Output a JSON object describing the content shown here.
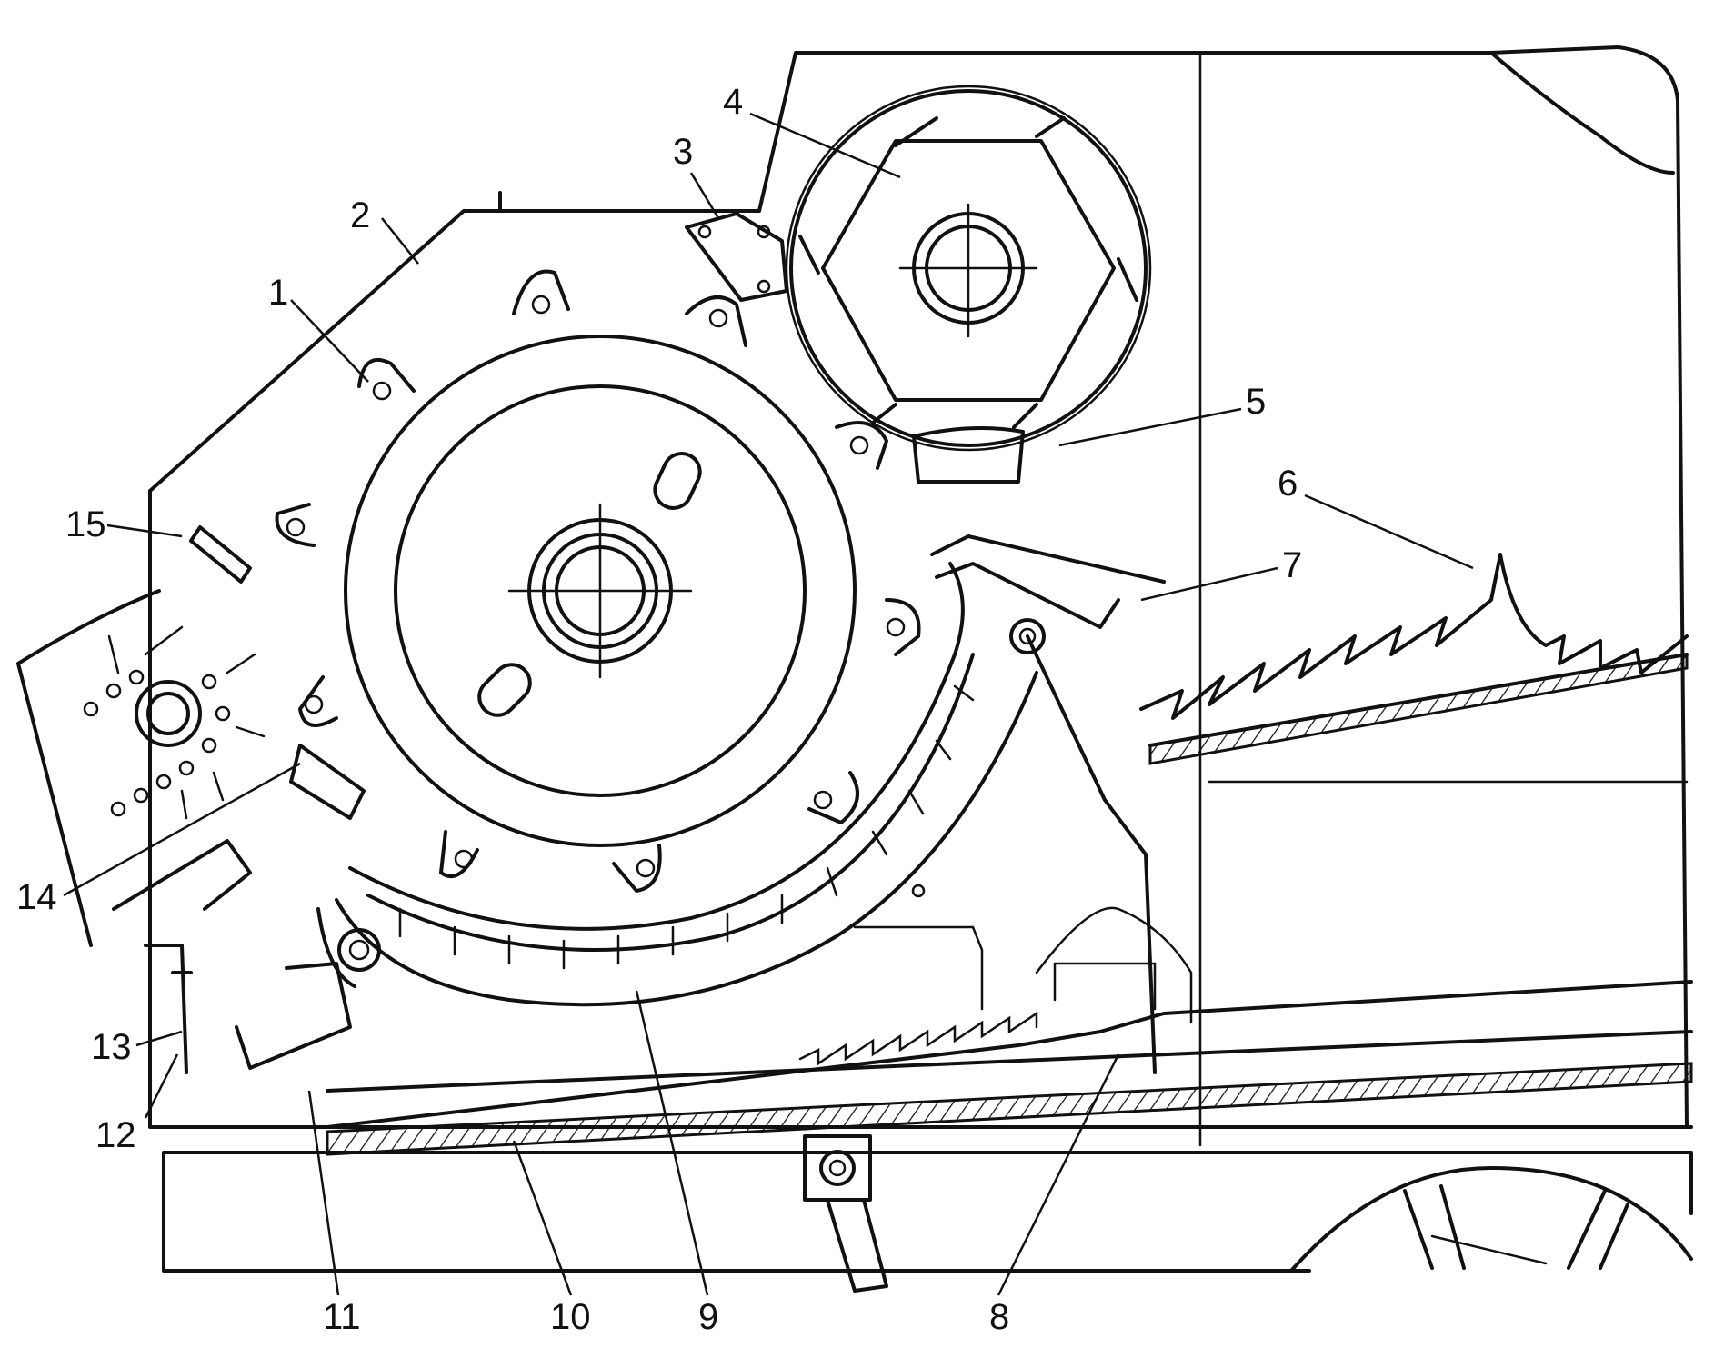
{
  "figure": {
    "callouts": [
      {
        "id": "1",
        "label": "1"
      },
      {
        "id": "2",
        "label": "2"
      },
      {
        "id": "3",
        "label": "3"
      },
      {
        "id": "4",
        "label": "4"
      },
      {
        "id": "5",
        "label": "5"
      },
      {
        "id": "6",
        "label": "6"
      },
      {
        "id": "7",
        "label": "7"
      },
      {
        "id": "8",
        "label": "8"
      },
      {
        "id": "9",
        "label": "9"
      },
      {
        "id": "10",
        "label": "10"
      },
      {
        "id": "11",
        "label": "11"
      },
      {
        "id": "12",
        "label": "12"
      },
      {
        "id": "13",
        "label": "13"
      },
      {
        "id": "14",
        "label": "14"
      },
      {
        "id": "15",
        "label": "15"
      }
    ],
    "colors": {
      "ink": "#111111",
      "paper": "#ffffff"
    }
  }
}
